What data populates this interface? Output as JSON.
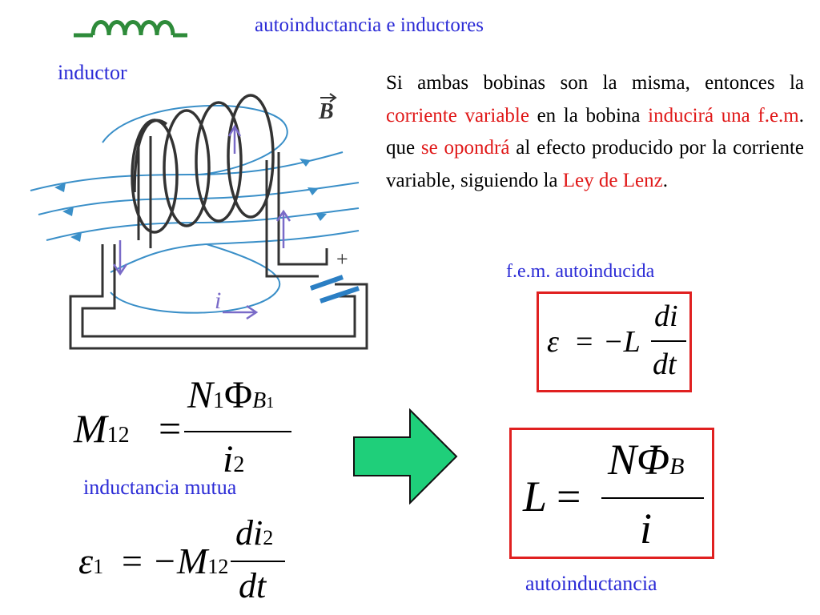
{
  "title": "autoinductancia e inductores",
  "inductor_label": "inductor",
  "paragraph": [
    {
      "text": "Si ambas bobinas son la misma, entonces la ",
      "color": "black"
    },
    {
      "text": "corriente variable",
      "color": "red"
    },
    {
      "text": " en la bobina ",
      "color": "black"
    },
    {
      "text": "inducirá una f.e.m",
      "color": "red"
    },
    {
      "text": ". que ",
      "color": "black"
    },
    {
      "text": "se opondrá",
      "color": "red"
    },
    {
      "text": " al efecto producido por la corriente variable, siguiendo la ",
      "color": "black"
    },
    {
      "text": "Ley de Lenz",
      "color": "red"
    },
    {
      "text": ".",
      "color": "black"
    }
  ],
  "labels": {
    "fem_autoinducida": "f.e.m. autoinducida",
    "inductancia_mutua": "inductancia mutua",
    "autoinductancia": "autoinductancia"
  },
  "diagram": {
    "field_label": "B",
    "current_label": "i",
    "battery_plus": "+"
  },
  "equations": {
    "mutual": {
      "lhs": "M",
      "lhs_sub": "12",
      "num": "N",
      "num_sub": "1",
      "phi": "Φ",
      "phi_sub": "B",
      "phi_subsub": "1",
      "den": "i",
      "den_sub": "2"
    },
    "emf1": {
      "lhs": "ε",
      "lhs_sub": "1",
      "rhs": "−M",
      "rhs_sub": "12",
      "num": "di",
      "num_sub": "2",
      "den": "dt"
    },
    "emf_self": {
      "lhs": "ε",
      "rhs": "−L",
      "num": "di",
      "den": "dt"
    },
    "self_l": {
      "lhs": "L",
      "num": "NΦ",
      "num_sub": "B",
      "den": "i"
    }
  },
  "colors": {
    "label_blue": "#2b2bd6",
    "highlight_red": "#e01818",
    "box_red": "#e02020",
    "arrow_green": "#1fcf7a",
    "field_line_blue": "#3a8fc8",
    "coil_dark": "#333333",
    "mini_coil_green": "#2e8b3a"
  }
}
